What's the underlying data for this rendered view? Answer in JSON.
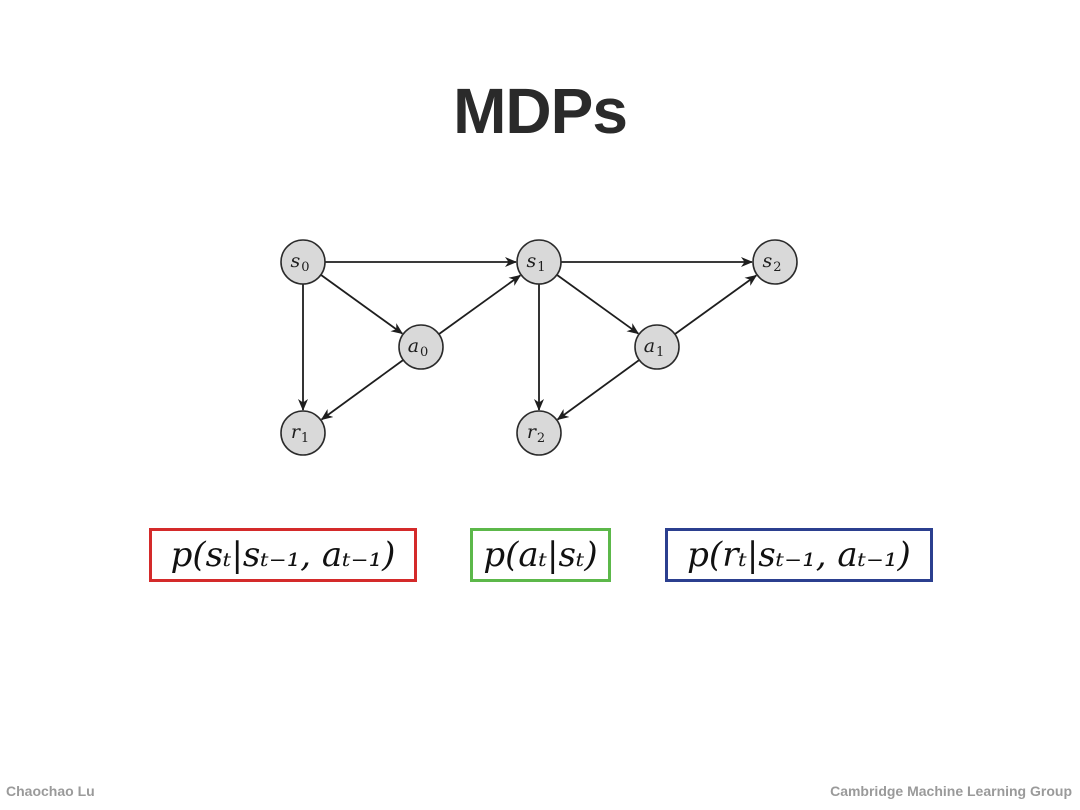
{
  "slide": {
    "title": "MDPs",
    "footer_left": "Chaochao Lu",
    "footer_right": "Cambridge Machine Learning Group"
  },
  "graph": {
    "nodes": [
      {
        "id": "s0",
        "base": "s",
        "sub": "0"
      },
      {
        "id": "s1",
        "base": "s",
        "sub": "1"
      },
      {
        "id": "s2",
        "base": "s",
        "sub": "2"
      },
      {
        "id": "a0",
        "base": "a",
        "sub": "0"
      },
      {
        "id": "a1",
        "base": "a",
        "sub": "1"
      },
      {
        "id": "r1",
        "base": "r",
        "sub": "1"
      },
      {
        "id": "r2",
        "base": "r",
        "sub": "2"
      }
    ],
    "edges": [
      {
        "from": "s0",
        "to": "s1"
      },
      {
        "from": "s0",
        "to": "a0"
      },
      {
        "from": "s0",
        "to": "r1"
      },
      {
        "from": "a0",
        "to": "s1"
      },
      {
        "from": "a0",
        "to": "r1"
      },
      {
        "from": "s1",
        "to": "s2"
      },
      {
        "from": "s1",
        "to": "a1"
      },
      {
        "from": "s1",
        "to": "r2"
      },
      {
        "from": "a1",
        "to": "s2"
      },
      {
        "from": "a1",
        "to": "r2"
      }
    ]
  },
  "formulas": {
    "transition": "p(sₜ|sₜ₋₁, aₜ₋₁)",
    "policy": "p(aₜ|sₜ)",
    "reward": "p(rₜ|sₜ₋₁, aₜ₋₁)"
  },
  "colors": {
    "transition_border": "#d42a2a",
    "policy_border": "#5cb84a",
    "reward_border": "#2b3f8f"
  }
}
